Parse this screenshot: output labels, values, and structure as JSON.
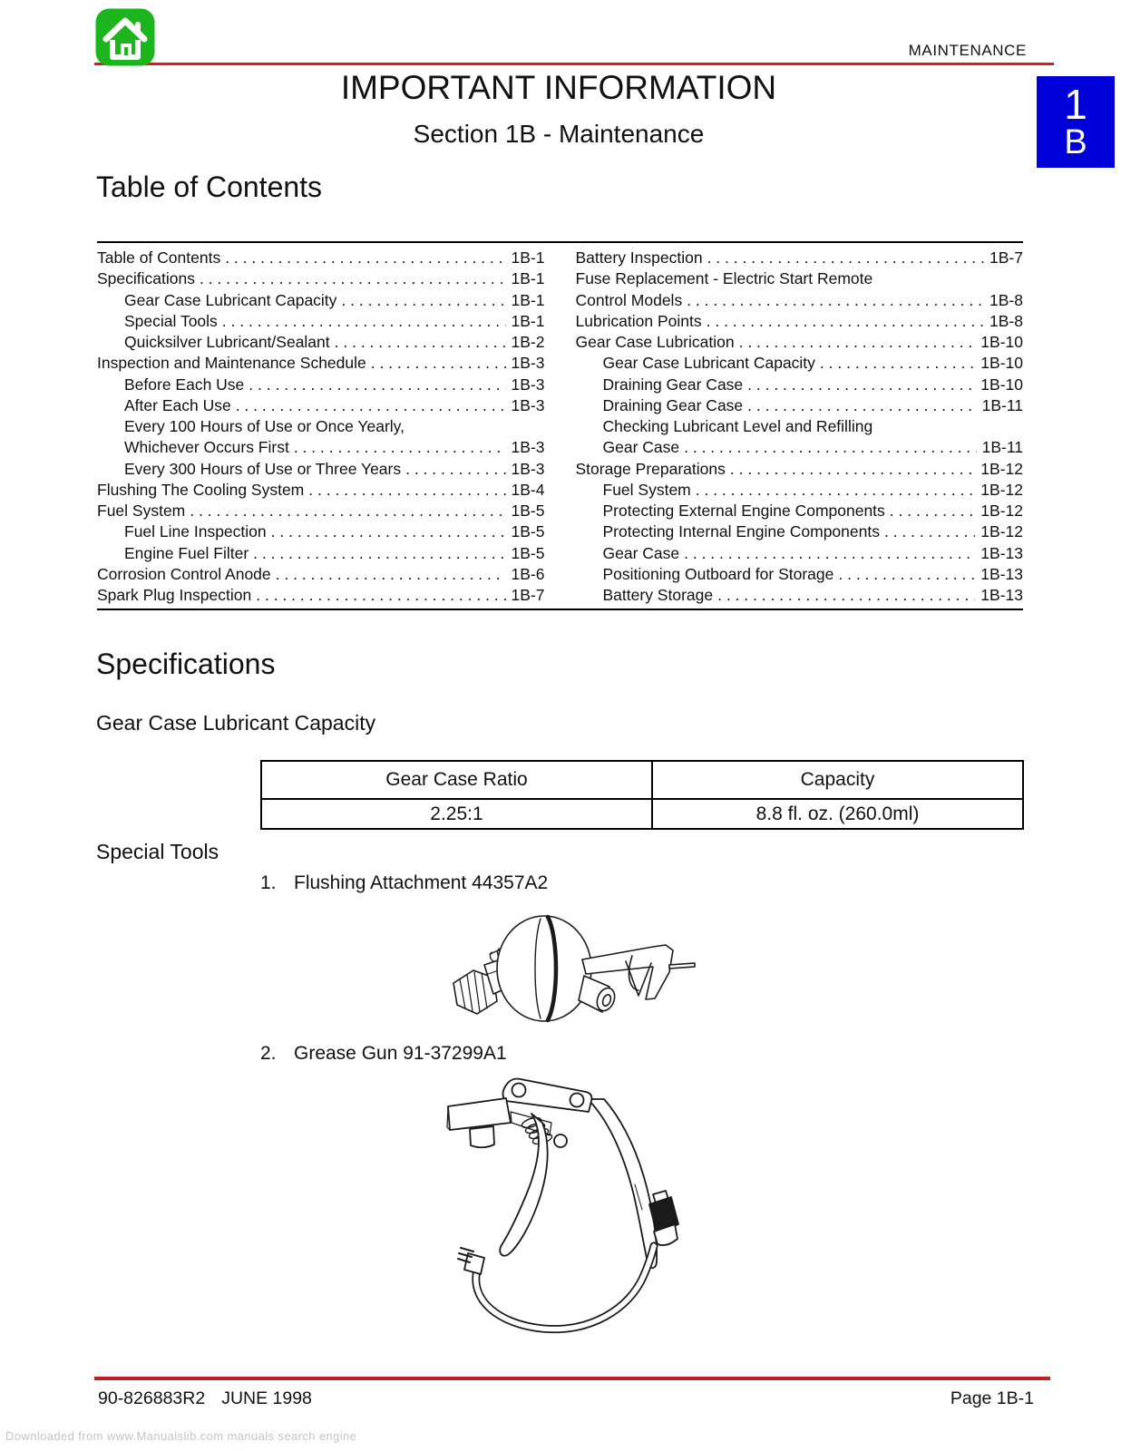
{
  "header": {
    "maintenance_label": "MAINTENANCE",
    "title": "IMPORTANT INFORMATION",
    "subtitle": "Section 1B - Maintenance",
    "section_tab": {
      "number": "1",
      "letter": "B"
    }
  },
  "toc": {
    "heading": "Table of Contents",
    "left": [
      {
        "label": "Table of Contents",
        "page": "1B-1",
        "indent": false
      },
      {
        "label": "Specifications",
        "page": "1B-1",
        "indent": false
      },
      {
        "label": "Gear Case Lubricant Capacity",
        "page": "1B-1",
        "indent": true
      },
      {
        "label": "Special Tools",
        "page": "1B-1",
        "indent": true
      },
      {
        "label": "Quicksilver Lubricant/Sealant",
        "page": "1B-2",
        "indent": true
      },
      {
        "label": "Inspection and Maintenance Schedule",
        "page": "1B-3",
        "indent": false
      },
      {
        "label": "Before Each Use",
        "page": "1B-3",
        "indent": true
      },
      {
        "label": "After Each Use",
        "page": "1B-3",
        "indent": true
      },
      {
        "label": "Every 100 Hours of Use or Once Yearly,",
        "page": null,
        "indent": true
      },
      {
        "label": "Whichever Occurs First",
        "page": "1B-3",
        "indent": true
      },
      {
        "label": "Every 300 Hours of Use or Three Years",
        "page": "1B-3",
        "indent": true
      },
      {
        "label": "Flushing The Cooling System",
        "page": "1B-4",
        "indent": false
      },
      {
        "label": "Fuel System",
        "page": "1B-5",
        "indent": false
      },
      {
        "label": "Fuel Line Inspection",
        "page": "1B-5",
        "indent": true
      },
      {
        "label": "Engine Fuel Filter",
        "page": "1B-5",
        "indent": true
      },
      {
        "label": "Corrosion Control Anode",
        "page": "1B-6",
        "indent": false
      },
      {
        "label": "Spark Plug Inspection",
        "page": "1B-7",
        "indent": false
      }
    ],
    "right": [
      {
        "label": "Battery Inspection",
        "page": "1B-7",
        "indent": false
      },
      {
        "label": "Fuse Replacement - Electric Start Remote",
        "page": null,
        "indent": false
      },
      {
        "label": "Control Models",
        "page": "1B-8",
        "indent": false
      },
      {
        "label": "Lubrication Points",
        "page": "1B-8",
        "indent": false
      },
      {
        "label": "Gear Case Lubrication",
        "page": "1B-10",
        "indent": false
      },
      {
        "label": "Gear Case Lubricant Capacity",
        "page": "1B-10",
        "indent": true
      },
      {
        "label": "Draining Gear Case",
        "page": "1B-10",
        "indent": true
      },
      {
        "label": "Draining Gear Case",
        "page": "1B-11",
        "indent": true
      },
      {
        "label": "Checking Lubricant Level and Refilling",
        "page": null,
        "indent": true
      },
      {
        "label": "Gear Case",
        "page": "1B-11",
        "indent": true
      },
      {
        "label": "Storage Preparations",
        "page": "1B-12",
        "indent": false
      },
      {
        "label": "Fuel System",
        "page": "1B-12",
        "indent": true
      },
      {
        "label": "Protecting External Engine Components",
        "page": "1B-12",
        "indent": true
      },
      {
        "label": "Protecting Internal Engine Components",
        "page": "1B-12",
        "indent": true
      },
      {
        "label": "Gear Case",
        "page": "1B-13",
        "indent": true
      },
      {
        "label": "Positioning Outboard for Storage",
        "page": "1B-13",
        "indent": true
      },
      {
        "label": "Battery Storage",
        "page": "1B-13",
        "indent": true
      }
    ]
  },
  "specifications": {
    "heading": "Specifications",
    "gear_case": {
      "heading": "Gear Case Lubricant Capacity",
      "table": {
        "headers": [
          "Gear Case Ratio",
          "Capacity"
        ],
        "rows": [
          [
            "2.25:1",
            "8.8 fl. oz. (260.0ml)"
          ]
        ]
      }
    },
    "special_tools": {
      "heading": "Special Tools",
      "items": [
        {
          "number": "1.",
          "label": "Flushing Attachment 44357A2"
        },
        {
          "number": "2.",
          "label": "Grease Gun 91-37299A1"
        }
      ]
    }
  },
  "footer": {
    "doc_number": "90-826883R2",
    "date": "JUNE 1998",
    "page_label": "Page 1B-1",
    "watermark": "Downloaded from www.Manualslib.com manuals search engine"
  },
  "colors": {
    "accent_red": "#e51717",
    "accent_red_dark": "#bd2024",
    "tab_blue": "#0000d9",
    "icon_green": "#1db51d"
  }
}
